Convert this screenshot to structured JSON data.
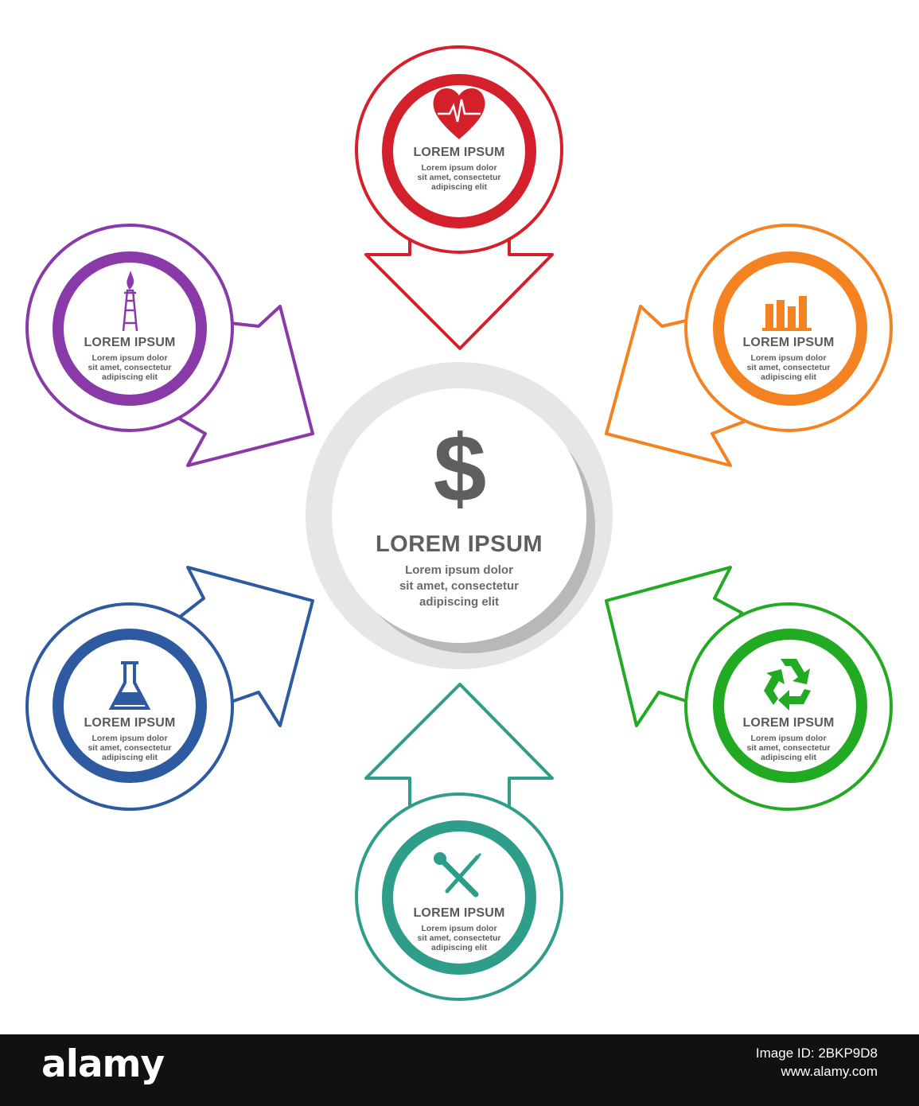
{
  "colors": {
    "top": "#d4202a",
    "top_right": "#f58220",
    "bottom_right": "#22aa22",
    "bottom": "#2e9e8a",
    "bottom_left": "#2d5aa0",
    "top_left": "#8a3aa8",
    "center_ring": "#cccccc",
    "text": "#555555"
  },
  "center": {
    "icon": "dollar-icon",
    "symbol": "$",
    "title": "LOREM IPSUM",
    "desc_line1": "Lorem ipsum dolor",
    "desc_line2": "sit amet, consectetur",
    "desc_line3": "adipiscing elit"
  },
  "nodes": [
    {
      "id": "top",
      "icon": "heart-pulse-icon",
      "title": "LOREM IPSUM",
      "l1": "Lorem ipsum dolor",
      "l2": "sit amet, consectetur",
      "l3": "adipiscing elit"
    },
    {
      "id": "top_right",
      "icon": "bar-chart-icon",
      "title": "LOREM IPSUM",
      "l1": "Lorem ipsum dolor",
      "l2": "sit amet, consectetur",
      "l3": "adipiscing elit"
    },
    {
      "id": "bottom_right",
      "icon": "recycle-icon",
      "title": "LOREM IPSUM",
      "l1": "Lorem ipsum dolor",
      "l2": "sit amet, consectetur",
      "l3": "adipiscing elit"
    },
    {
      "id": "bottom",
      "icon": "wrench-screwdriver-icon",
      "title": "LOREM IPSUM",
      "l1": "Lorem ipsum dolor",
      "l2": "sit amet, consectetur",
      "l3": "adipiscing elit"
    },
    {
      "id": "bottom_left",
      "icon": "flask-icon",
      "title": "LOREM IPSUM",
      "l1": "Lorem ipsum dolor",
      "l2": "sit amet, consectetur",
      "l3": "adipiscing elit"
    },
    {
      "id": "top_left",
      "icon": "oil-rig-icon",
      "title": "LOREM IPSUM",
      "l1": "Lorem ipsum dolor",
      "l2": "sit amet, consectetur",
      "l3": "adipiscing elit"
    }
  ],
  "watermark": {
    "brand": "alamy",
    "image_id": "Image ID: 2BKP9D8",
    "site": "www.alamy.com"
  }
}
